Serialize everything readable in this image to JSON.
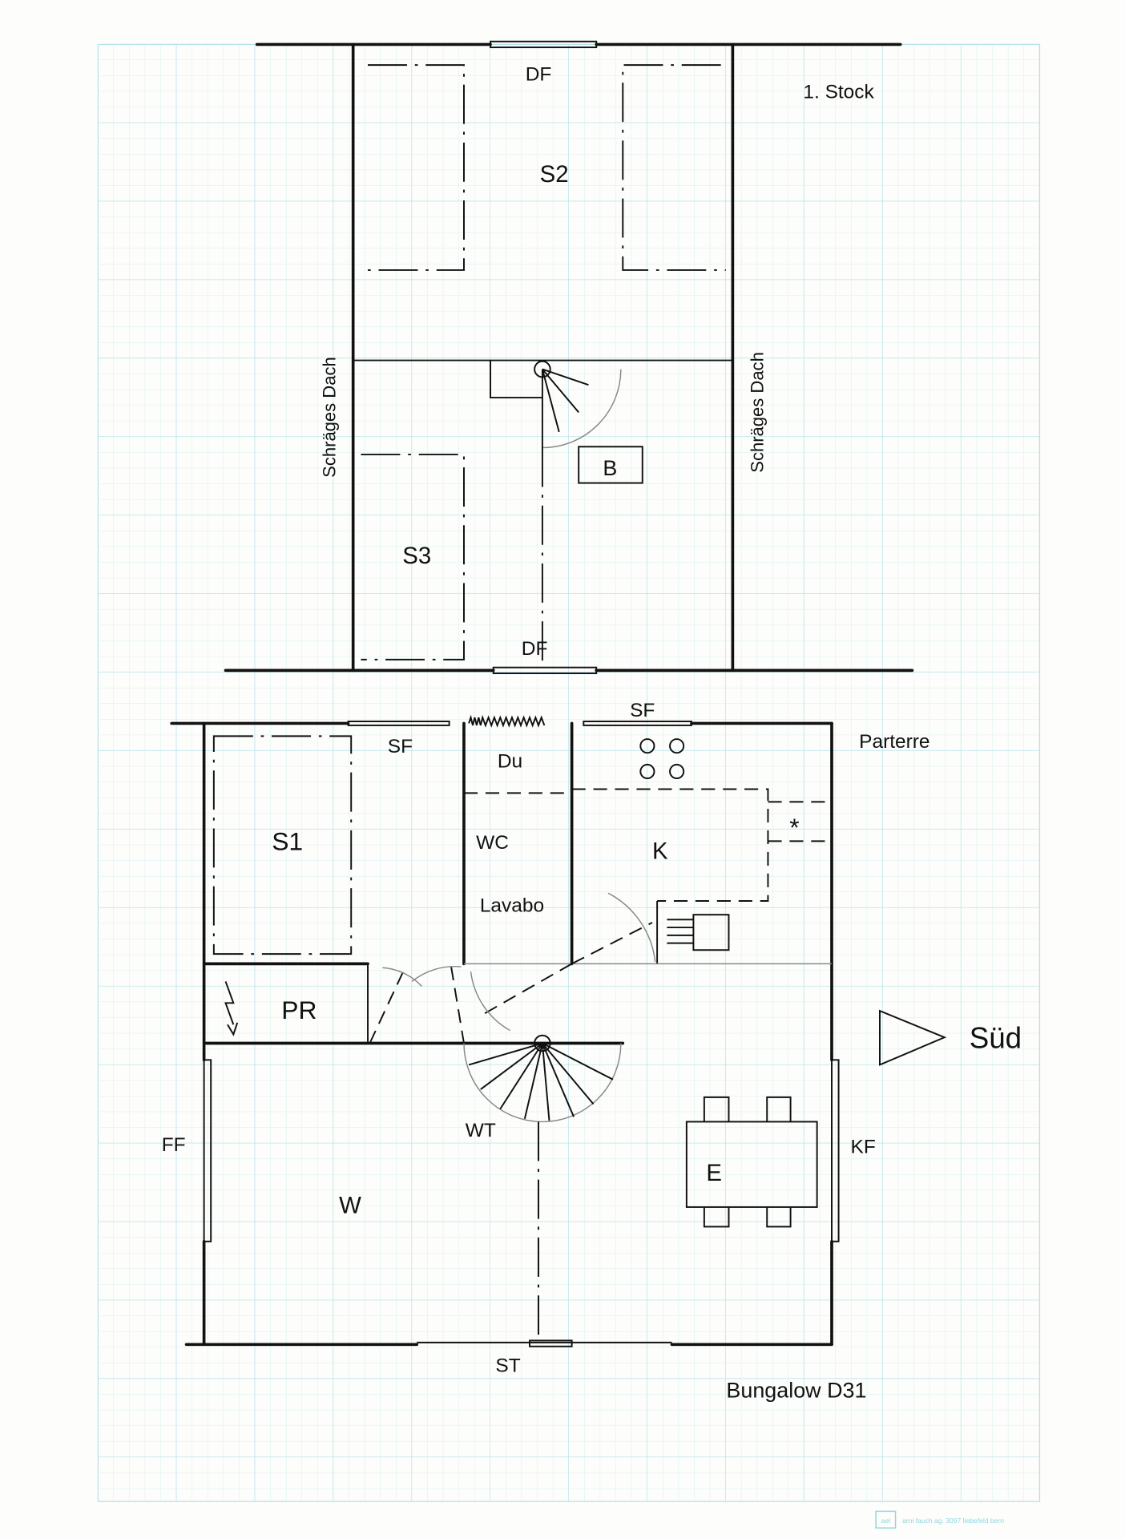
{
  "upper_floor": {
    "title": "1. Stock",
    "window_top": "DF",
    "window_bottom": "DF",
    "room_s2": "S2",
    "room_s3": "S3",
    "box_b": "B",
    "roof_left": "Schräges Dach",
    "roof_right": "Schräges Dach"
  },
  "ground_floor": {
    "title": "Parterre",
    "window_sf_left": "SF",
    "window_sf_right": "SF",
    "shower": "Du",
    "wc": "WC",
    "lavabo": "Lavabo",
    "kitchen": "K",
    "bedroom_s1": "S1",
    "storage": "PR",
    "stair": "WT",
    "window_ff": "FF",
    "window_kf": "KF",
    "dining": "E",
    "living": "W",
    "door_st": "ST"
  },
  "compass_label": "Süd",
  "caption": "Bungalow D31",
  "footer": {
    "logo": "ael",
    "text": "arni fauch ag. 3097 liebefeld bern"
  },
  "colors": {
    "grid": "#bfe6ea",
    "ink": "#111111"
  }
}
